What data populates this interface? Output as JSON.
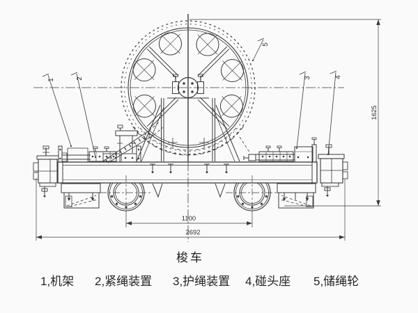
{
  "drawing": {
    "title": "梭车",
    "legend": {
      "items": [
        {
          "num": "1",
          "text": "1,机架"
        },
        {
          "num": "2",
          "text": "2,紧绳装置"
        },
        {
          "num": "3",
          "text": "3,护绳装置"
        },
        {
          "num": "4",
          "text": "4,碰头座"
        },
        {
          "num": "5",
          "text": "5,储绳轮"
        }
      ]
    },
    "dimensions": {
      "wheelbase": "1100",
      "overall_length": "2692",
      "overall_height": "1625"
    },
    "part_labels": {
      "frame": "1",
      "rope_tensioner": "2",
      "rope_guard": "3",
      "bumper_seat": "4",
      "rope_wheel": "5"
    },
    "colors": {
      "line": "#3a3a3a",
      "background": "#fafafa"
    }
  }
}
